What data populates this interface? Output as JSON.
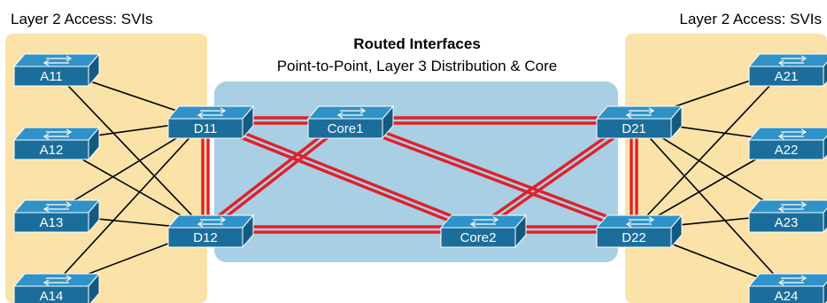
{
  "left_zone_label": "Layer 2 Access: SVIs",
  "right_zone_label": "Layer 2 Access: SVIs",
  "routed_title": "Routed Interfaces",
  "routed_subtitle": "Point-to-Point, Layer 3 Distribution & Core",
  "switches": {
    "a11": "A11",
    "a12": "A12",
    "a13": "A13",
    "a14": "A14",
    "d11": "D11",
    "d12": "D12",
    "core1": "Core1",
    "core2": "Core2",
    "d21": "D21",
    "d22": "D22",
    "a21": "A21",
    "a22": "A22",
    "a23": "A23",
    "a24": "A24"
  },
  "colors": {
    "access_zone": "#fbe2a8",
    "routed_zone": "#a8cfe3",
    "switch_front": "#1b6e9c",
    "switch_top": "#2f93c9",
    "routed_link": "#e0202a",
    "access_link": "#000000"
  }
}
